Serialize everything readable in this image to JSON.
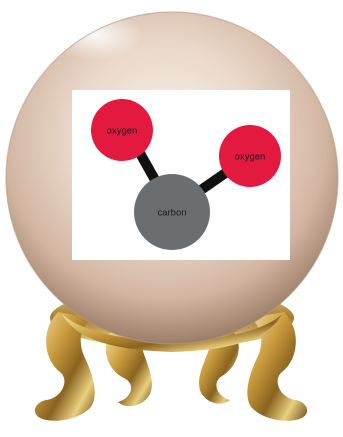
{
  "molecule": {
    "atoms": [
      {
        "id": "oxygen-left",
        "label": "oxygen",
        "color": "#e3193f"
      },
      {
        "id": "oxygen-right",
        "label": "oxygen",
        "color": "#e3193f"
      },
      {
        "id": "carbon",
        "label": "carbon",
        "color": "#6b6e70"
      }
    ],
    "bond_color": "#111111"
  },
  "colors": {
    "card_background": "#ffffff",
    "globe_tint": "#e7d3c4",
    "stand": "#c8a040"
  }
}
